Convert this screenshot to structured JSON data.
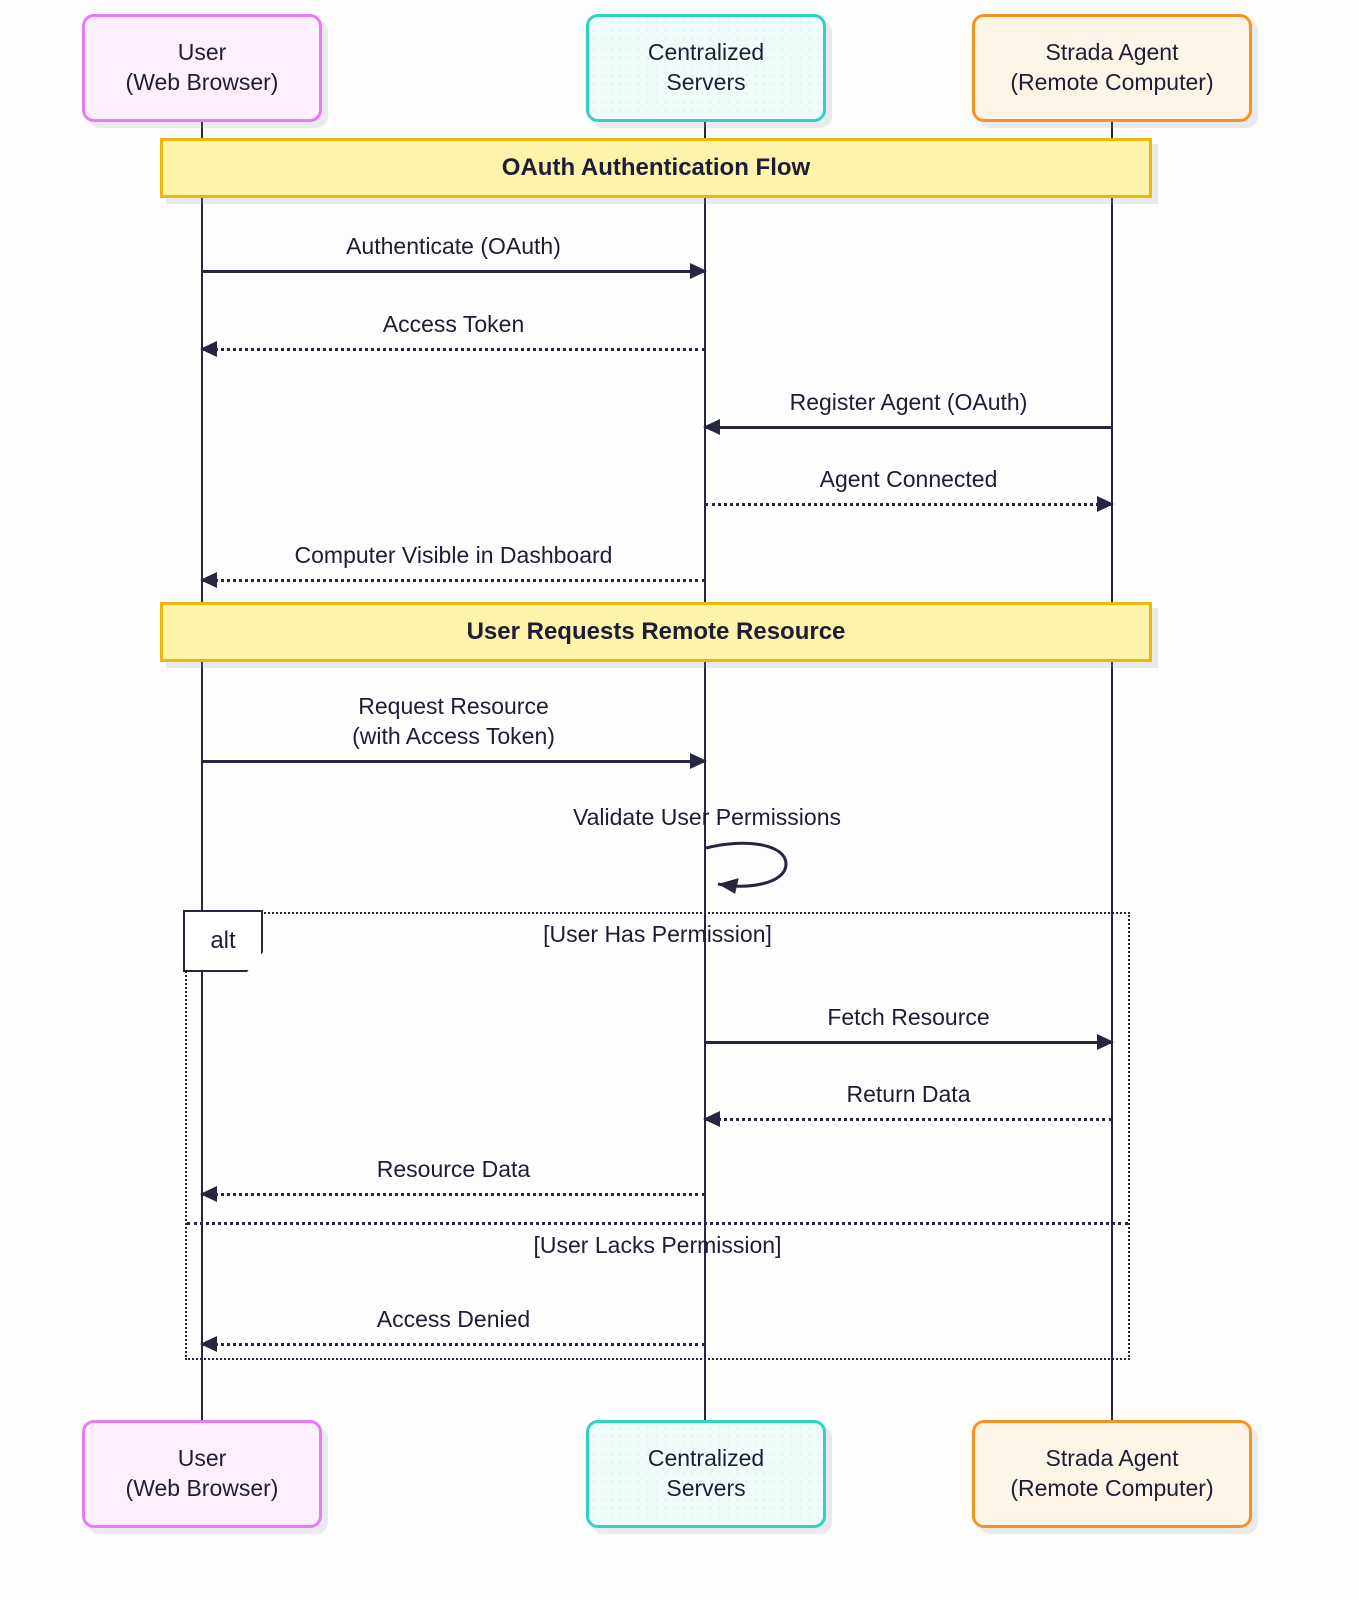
{
  "diagram": {
    "type": "sequence",
    "title_banners": [
      {
        "label": "OAuth Authentication Flow"
      },
      {
        "label": "User Requests Remote Resource"
      }
    ],
    "actors": [
      {
        "id": "user",
        "line1": "User",
        "line2": "(Web Browser)",
        "fill": "#fdf0fc",
        "border": "#e879f9"
      },
      {
        "id": "servers",
        "line1": "Centralized",
        "line2": "Servers",
        "fill": "#effcf9",
        "border": "#2bd5c2"
      },
      {
        "id": "agent",
        "line1": "Strada Agent",
        "line2": "(Remote Computer)",
        "fill": "#fdf4e8",
        "border": "#f79421"
      }
    ],
    "messages": [
      {
        "from": "user",
        "to": "servers",
        "style": "solid",
        "label": "Authenticate (OAuth)"
      },
      {
        "from": "servers",
        "to": "user",
        "style": "dotted",
        "label": "Access Token"
      },
      {
        "from": "agent",
        "to": "servers",
        "style": "solid",
        "label": "Register Agent (OAuth)"
      },
      {
        "from": "servers",
        "to": "agent",
        "style": "dotted",
        "label": "Agent Connected"
      },
      {
        "from": "servers",
        "to": "user",
        "style": "dotted",
        "label": "Computer Visible in Dashboard"
      },
      {
        "from": "user",
        "to": "servers",
        "style": "solid",
        "label": "Request Resource",
        "label2": "(with Access Token)"
      },
      {
        "from": "servers",
        "to": "servers",
        "style": "self",
        "label": "Validate User Permissions"
      },
      {
        "from": "servers",
        "to": "agent",
        "style": "solid",
        "label": "Fetch Resource"
      },
      {
        "from": "agent",
        "to": "servers",
        "style": "dotted",
        "label": "Return Data"
      },
      {
        "from": "servers",
        "to": "user",
        "style": "dotted",
        "label": "Resource Data"
      },
      {
        "from": "servers",
        "to": "user",
        "style": "dotted",
        "label": "Access Denied"
      }
    ],
    "alt_frame": {
      "label": "alt",
      "sections": [
        {
          "guard": "[User Has Permission]"
        },
        {
          "guard": "[User Lacks Permission]"
        }
      ]
    },
    "colors": {
      "background": "#fdfdfd",
      "text": "#1d1d35",
      "line": "#26263f",
      "banner_fill": "#fdf3ab",
      "banner_border": "#edb80c"
    }
  }
}
